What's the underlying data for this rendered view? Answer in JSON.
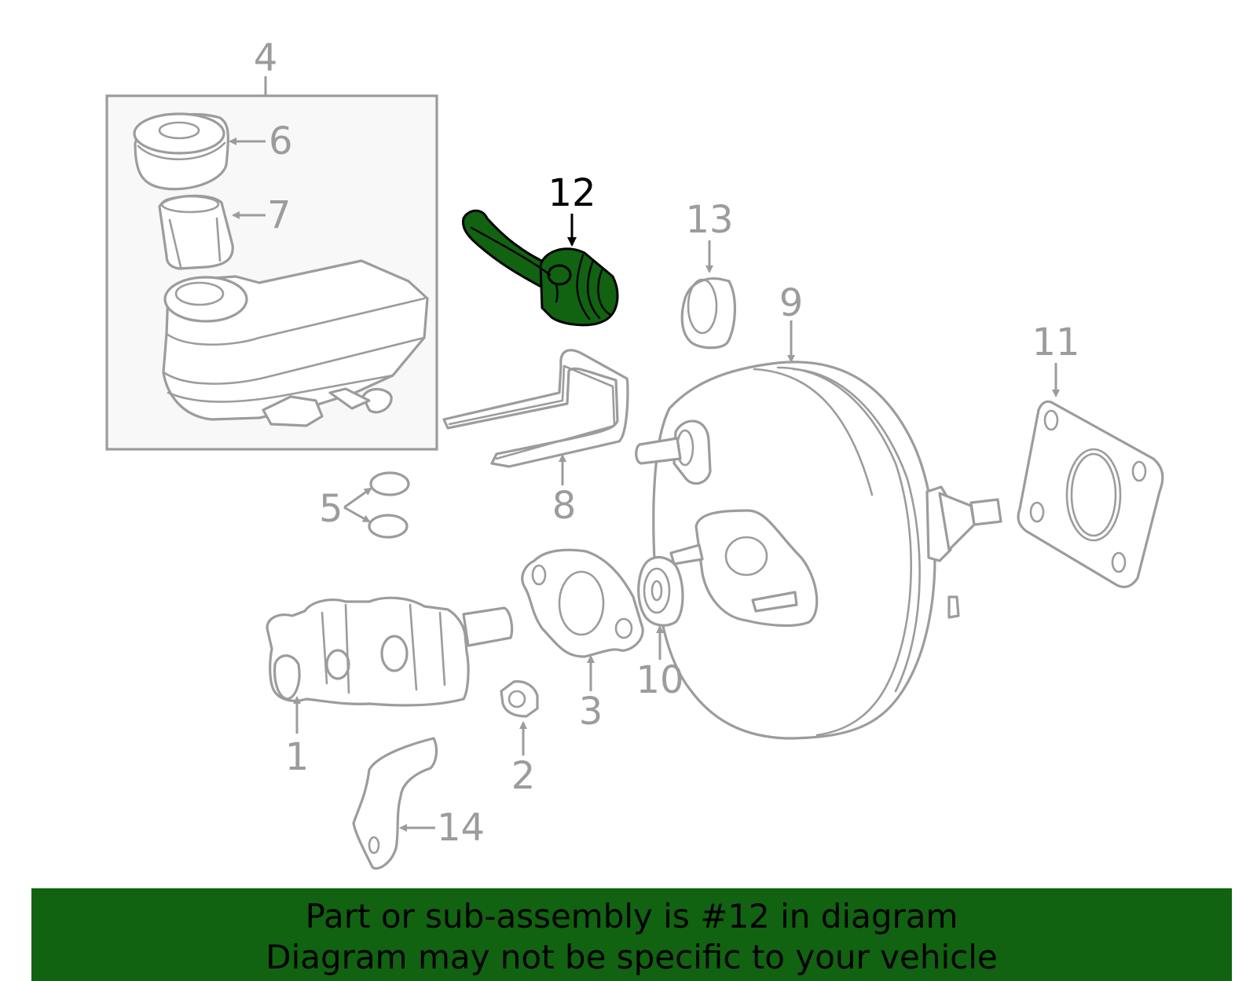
{
  "colors": {
    "highlight_fill": "#116211",
    "banner_bg": "#116211",
    "outline_gray": "#9c9c9c",
    "label_gray": "#9c9c9c",
    "highlight_label": "#000000"
  },
  "callouts": [
    {
      "id": "1",
      "label": "1"
    },
    {
      "id": "2",
      "label": "2"
    },
    {
      "id": "3",
      "label": "3"
    },
    {
      "id": "4",
      "label": "4"
    },
    {
      "id": "5",
      "label": "5"
    },
    {
      "id": "6",
      "label": "6"
    },
    {
      "id": "7",
      "label": "7"
    },
    {
      "id": "8",
      "label": "8"
    },
    {
      "id": "9",
      "label": "9"
    },
    {
      "id": "10",
      "label": "10"
    },
    {
      "id": "11",
      "label": "11"
    },
    {
      "id": "12",
      "label": "12",
      "highlighted": true
    },
    {
      "id": "13",
      "label": "13"
    },
    {
      "id": "14",
      "label": "14"
    }
  ],
  "banner": {
    "line1": "Part or sub-assembly is #12 in diagram",
    "line2": "Diagram may not be specific to your vehicle"
  }
}
